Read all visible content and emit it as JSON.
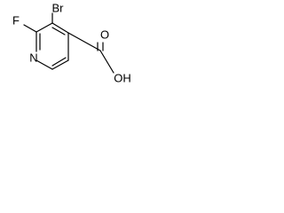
{
  "structure": {
    "atoms": {
      "fluorine": "F",
      "bromine": "Br",
      "nitrogen": "N",
      "oxygen_carbonyl": "O",
      "hydroxyl": "OH"
    }
  },
  "colors": {
    "bond": "#000000",
    "label": "#000000",
    "background": "#ffffff"
  }
}
